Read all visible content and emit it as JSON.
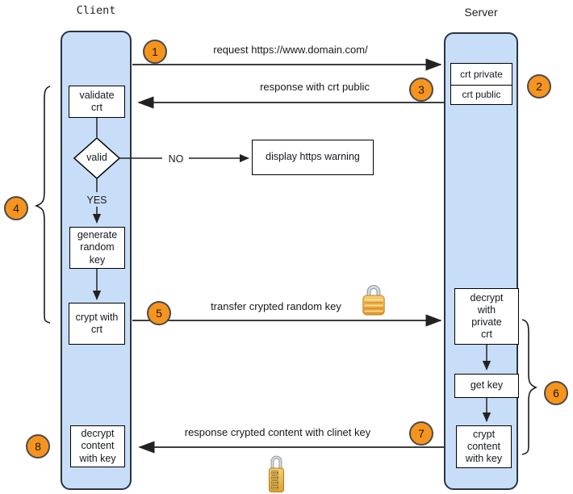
{
  "client": {
    "title": "Client",
    "validate": "validate\ncrt",
    "valid": "valid",
    "yes": "YES",
    "no": "NO",
    "warning": "display https warning",
    "generate": "generate\nrandom\nkey",
    "crypt": "crypt with\ncrt",
    "decrypt": "decrypt\ncontent\nwith key"
  },
  "server": {
    "title": "Server",
    "crt_private": "crt private",
    "crt_public": "crt public",
    "decrypt": "decrypt\nwith\nprivate\ncrt",
    "get_key": "get key",
    "crypt": "crypt\ncontent\nwith key"
  },
  "messages": {
    "request": "request https://www.domain.com/",
    "response_crt": "response with crt public",
    "transfer_key": "transfer crypted random key",
    "response_content": "response crypted content with clinet key"
  },
  "steps": [
    "1",
    "2",
    "3",
    "4",
    "5",
    "6",
    "7",
    "8"
  ],
  "icons": {
    "padlock": "padlock-icon",
    "combination_lock": "combination-lock-icon"
  },
  "colors": {
    "lane_fill": "#c8ddf8",
    "lane_border": "#2c3340",
    "step_fill": "#f7941e",
    "step_border": "#4a4a4a",
    "lock_gold": "#f2b13e",
    "shackle_silver": "#b9bfc9"
  }
}
